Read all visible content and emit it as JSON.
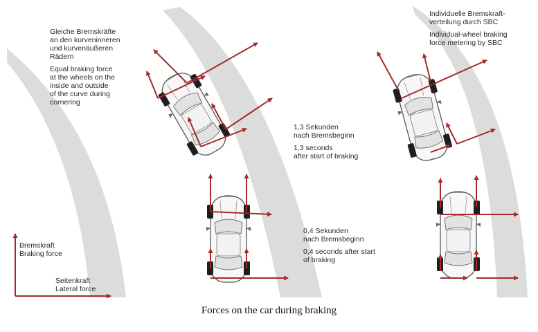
{
  "labels": {
    "equal_de": [
      "Gleiche Bremskräfte",
      "an den kurveninneren",
      "und kurvenäußeren",
      "Rädern"
    ],
    "equal_en": [
      "Equal braking force",
      "at the wheels on the",
      "inside and outside",
      "of the curve during",
      "cornering"
    ],
    "sbc_de": [
      "Individuelle Bremskraft-",
      "verteilung durch SBC"
    ],
    "sbc_en": [
      "Individual-wheel braking",
      "force metering by SBC"
    ],
    "t13_de": [
      "1,3 Sekunden",
      "nach Bremsbeginn"
    ],
    "t13_en": [
      "1,3 seconds",
      "after start of braking"
    ],
    "t04_de": [
      "0,4 Sekunden",
      "nach Bremsbeginn"
    ],
    "t04_en": [
      "0,4 seconds after start",
      "of braking"
    ],
    "brake_de": "Bremskraft",
    "brake_en": "Braking force",
    "lateral_de": "Seitenkraft",
    "lateral_en": "Lateral force"
  },
  "caption": "Forces on the car during braking",
  "colors": {
    "arrow": "#a52a2a",
    "road": "#dcdcdc",
    "car_outline": "#555555",
    "text": "#2a2a2a"
  }
}
